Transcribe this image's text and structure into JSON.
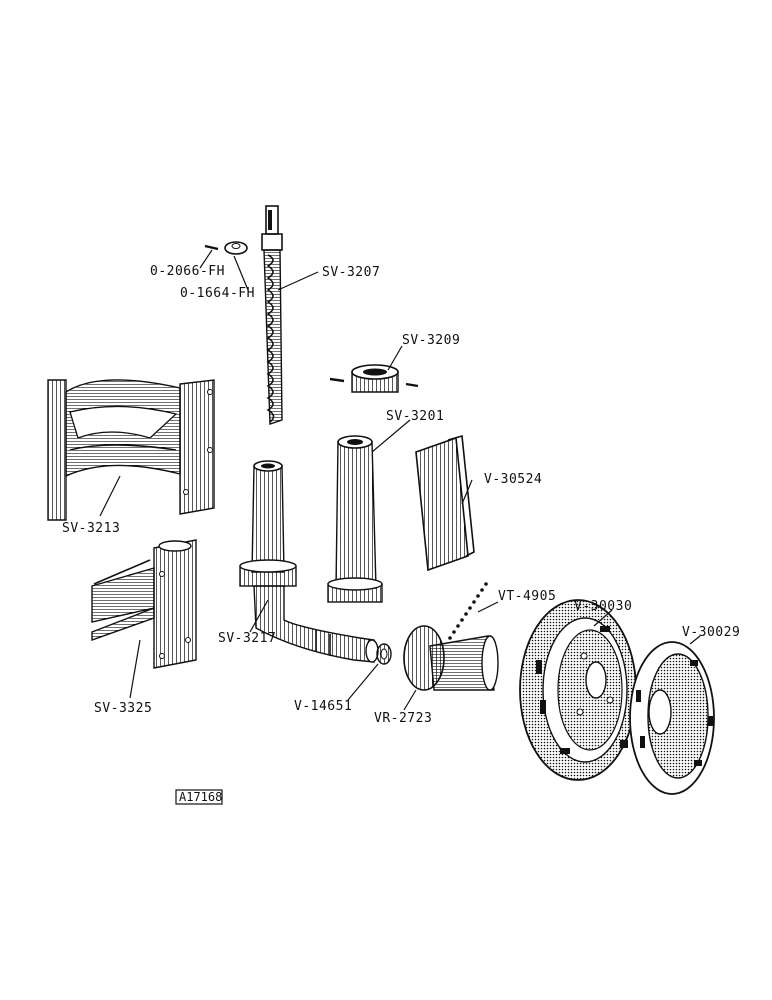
{
  "labels": {
    "p0_2066": "0-2066-FH",
    "p0_1664": "0-1664-FH",
    "sv3207": "SV-3207",
    "sv3209": "SV-3209",
    "sv3201": "SV-3201",
    "v30524": "V-30524",
    "sv3213": "SV-3213",
    "sv3325": "SV-3325",
    "sv3217": "SV-3217",
    "v14651": "V-14651",
    "vr2723": "VR-2723",
    "vt4905": "VT-4905",
    "v30030": "V-30030",
    "v30029": "V-30029"
  },
  "reference_code": "A17168"
}
